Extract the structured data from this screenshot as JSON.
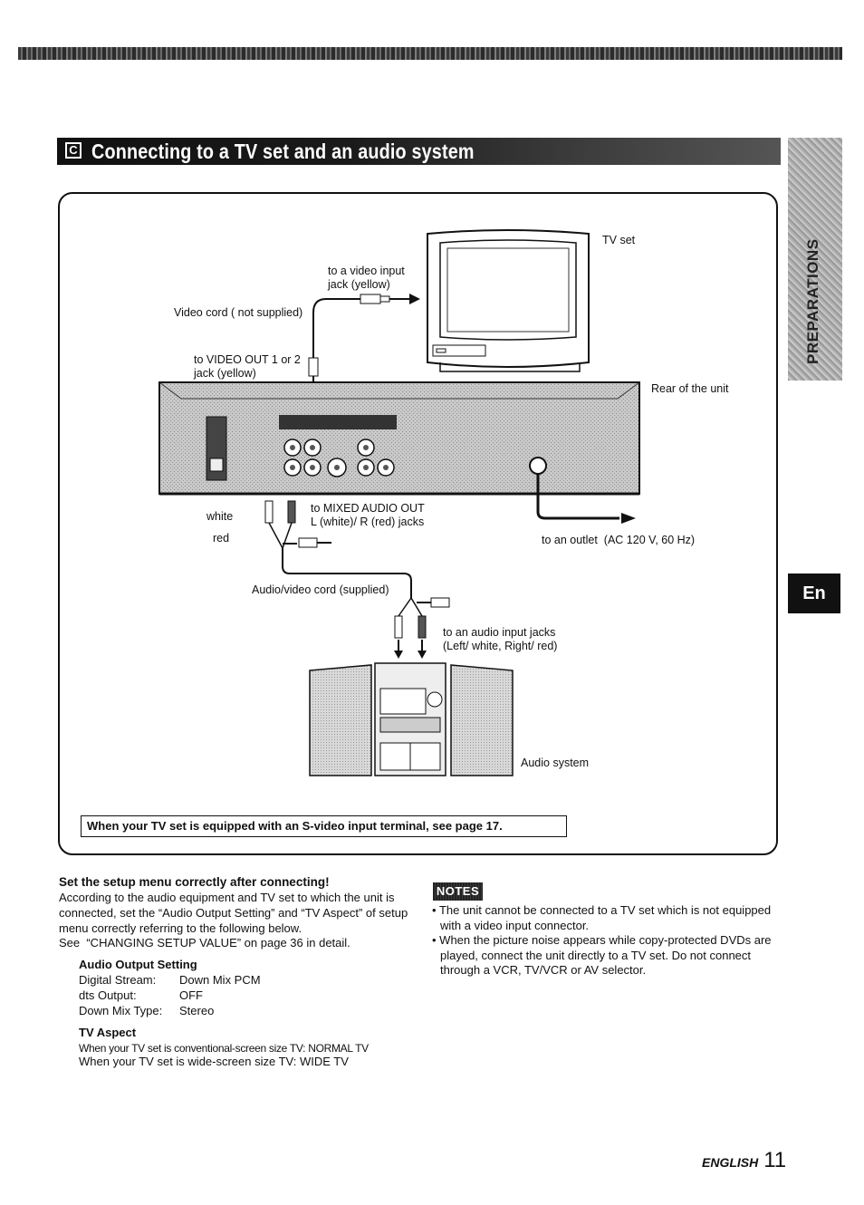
{
  "section": {
    "badge": "C",
    "title": "Connecting to a TV set and an audio system"
  },
  "side_tab": {
    "label": "PREPARATIONS",
    "lang": "En"
  },
  "diagram": {
    "labels": {
      "tv_set": "TV set",
      "video_input": "to a video input\njack (yellow)",
      "video_cord": "Video cord ( not supplied)",
      "video_out": "to VIDEO OUT 1 or 2\njack (yellow)",
      "rear_unit": "Rear of the unit",
      "white": "white",
      "red": "red",
      "mixed_audio": "to MIXED AUDIO OUT\nL (white)/ R (red) jacks",
      "outlet": "to an outlet  (AC 120 V, 60 Hz)",
      "av_cord": "Audio/video cord (supplied)",
      "audio_input": "to an audio input jacks\n(Left/ white, Right/ red)",
      "audio_system": "Audio system"
    },
    "svideo_note": "When your TV set is equipped with an S-video input terminal, see page 17."
  },
  "setup": {
    "heading": "Set the setup menu correctly after connecting!",
    "intro": "According to the audio equipment and TV set to which the unit is\nconnected, set the “Audio Output Setting” and “TV Aspect” of setup\nmenu correctly referring to the following below.\nSee  “CHANGING SETUP VALUE” on page 36 in detail.",
    "audio_output": {
      "heading": "Audio Output Setting",
      "rows": [
        {
          "key": "Digital Stream:",
          "value": "Down Mix PCM"
        },
        {
          "key": "dts Output:",
          "value": "OFF"
        },
        {
          "key": "Down Mix Type:",
          "value": "Stereo"
        }
      ]
    },
    "tv_aspect": {
      "heading": "TV Aspect",
      "line1": "When your TV set is conventional-screen size TV:  NORMAL TV",
      "line2": "When your TV set is  wide-screen size TV:   WIDE TV"
    }
  },
  "notes": {
    "badge": "NOTES",
    "items": [
      "The unit cannot be connected to a TV set which is not equipped with a video input connector.",
      "When the picture noise appears while copy-protected DVDs are played, connect the unit directly to a TV set.  Do not connect through a VCR, TV/VCR or AV selector."
    ]
  },
  "footer": {
    "language": "ENGLISH",
    "page": "11"
  }
}
